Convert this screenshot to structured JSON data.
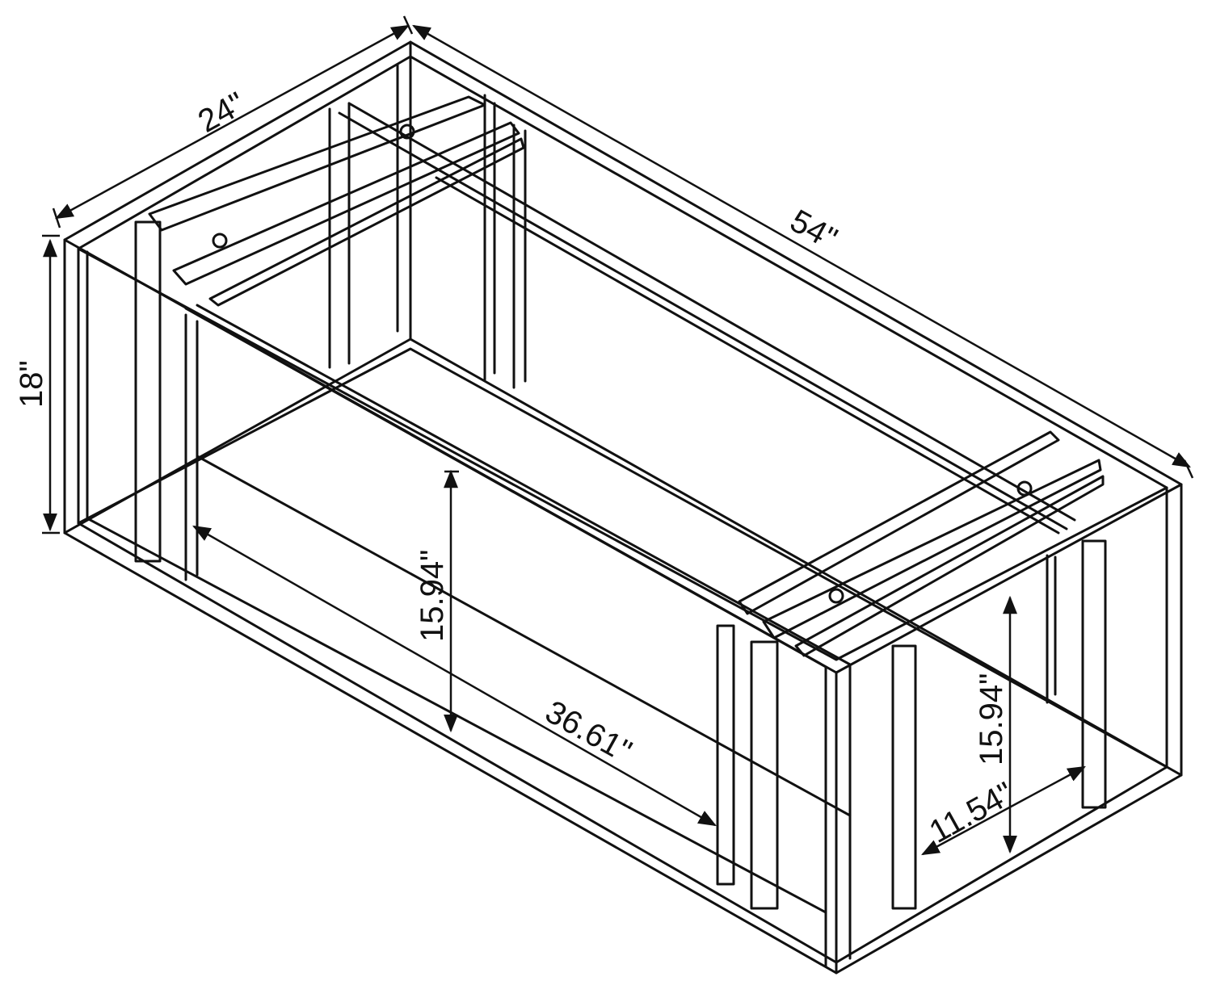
{
  "dimensions": {
    "depth": "24\"",
    "length": "54\"",
    "height": "18\"",
    "inner_height_front": "15.94\"",
    "inner_length": "36.61\"",
    "inner_height_side": "15.94\"",
    "inner_depth": "11.54\""
  },
  "colors": {
    "line": "#111111",
    "background": "#ffffff"
  }
}
